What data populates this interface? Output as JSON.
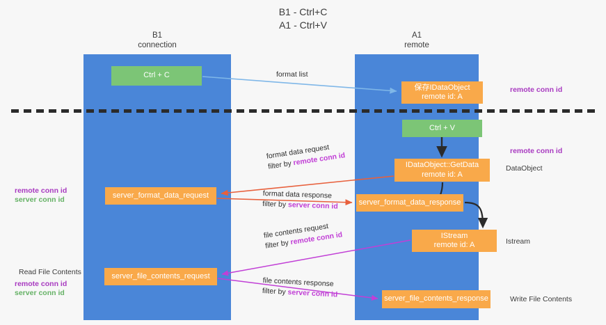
{
  "title": {
    "line1": "B1 - Ctrl+C",
    "line2": "A1 - Ctrl+V"
  },
  "lanes": [
    {
      "id": "b1",
      "name": "B1",
      "sublabel": "connection",
      "color": "#4a86d8"
    },
    {
      "id": "a1",
      "name": "A1",
      "sublabel": "remote",
      "color": "#4a86d8"
    }
  ],
  "nodes": {
    "ctrl_c": {
      "line1": "Ctrl + C",
      "line2": "",
      "color": "#7cc576"
    },
    "save_idataobject": {
      "line1": "保存IDataObject",
      "line2": "remote id: A",
      "color": "#f9a94a"
    },
    "ctrl_v": {
      "line1": "Ctrl + V",
      "line2": "",
      "color": "#7cc576"
    },
    "getdata": {
      "line1": "IDataObject::GetData",
      "line2": "remote id: A",
      "color": "#f9a94a"
    },
    "server_format_data_request": {
      "line1": "server_format_data_request",
      "line2": "",
      "color": "#f9a94a"
    },
    "server_format_data_response": {
      "line1": "server_format_data_response",
      "line2": "",
      "color": "#f9a94a"
    },
    "istream": {
      "line1": "IStream",
      "line2": "remote id: A",
      "color": "#f9a94a"
    },
    "server_file_contents_request": {
      "line1": "server_file_contents_request",
      "line2": "",
      "color": "#f9a94a"
    },
    "server_file_contents_response": {
      "line1": "server_file_contents_response",
      "line2": "",
      "color": "#f9a94a"
    }
  },
  "edge_labels": {
    "format_list": {
      "line1": "format list",
      "line2": "",
      "line2_hl": ""
    },
    "format_data_request": {
      "line1": "format data request",
      "line2": "filter by ",
      "line2_hl": "remote conn id"
    },
    "format_data_response": {
      "line1": "format data response",
      "line2": "filter by ",
      "line2_hl": "server conn id"
    },
    "file_contents_request": {
      "line1": "file contents request",
      "line2": "filter by ",
      "line2_hl": "remote conn id"
    },
    "file_contents_response": {
      "line1": "file contents response",
      "line2": "filter by ",
      "line2_hl": "server conn id"
    }
  },
  "side_labels": {
    "remote_conn_id_top": "remote conn id",
    "remote_conn_id_mid": "remote conn id",
    "dataobject": "DataObject",
    "istream": "Istream",
    "write_file_contents": "Write File Contents"
  },
  "legend": {
    "mid_remote": "remote conn id",
    "mid_server": "server conn id",
    "read_file_contents": "Read File Contents",
    "bot_remote": "remote conn id",
    "bot_server": "server conn id"
  },
  "colors": {
    "lane": "#4a86d8",
    "green_node": "#7cc576",
    "orange_node": "#f9a94a",
    "purple_text": "#a83ac0",
    "green_text": "#66b266",
    "magenta_arrow": "#c13fd6",
    "red_arrow": "#e8603c",
    "blue_arrow": "#7fb7e8",
    "dark_arrow": "#2b2b2b",
    "background": "#f7f7f7"
  }
}
